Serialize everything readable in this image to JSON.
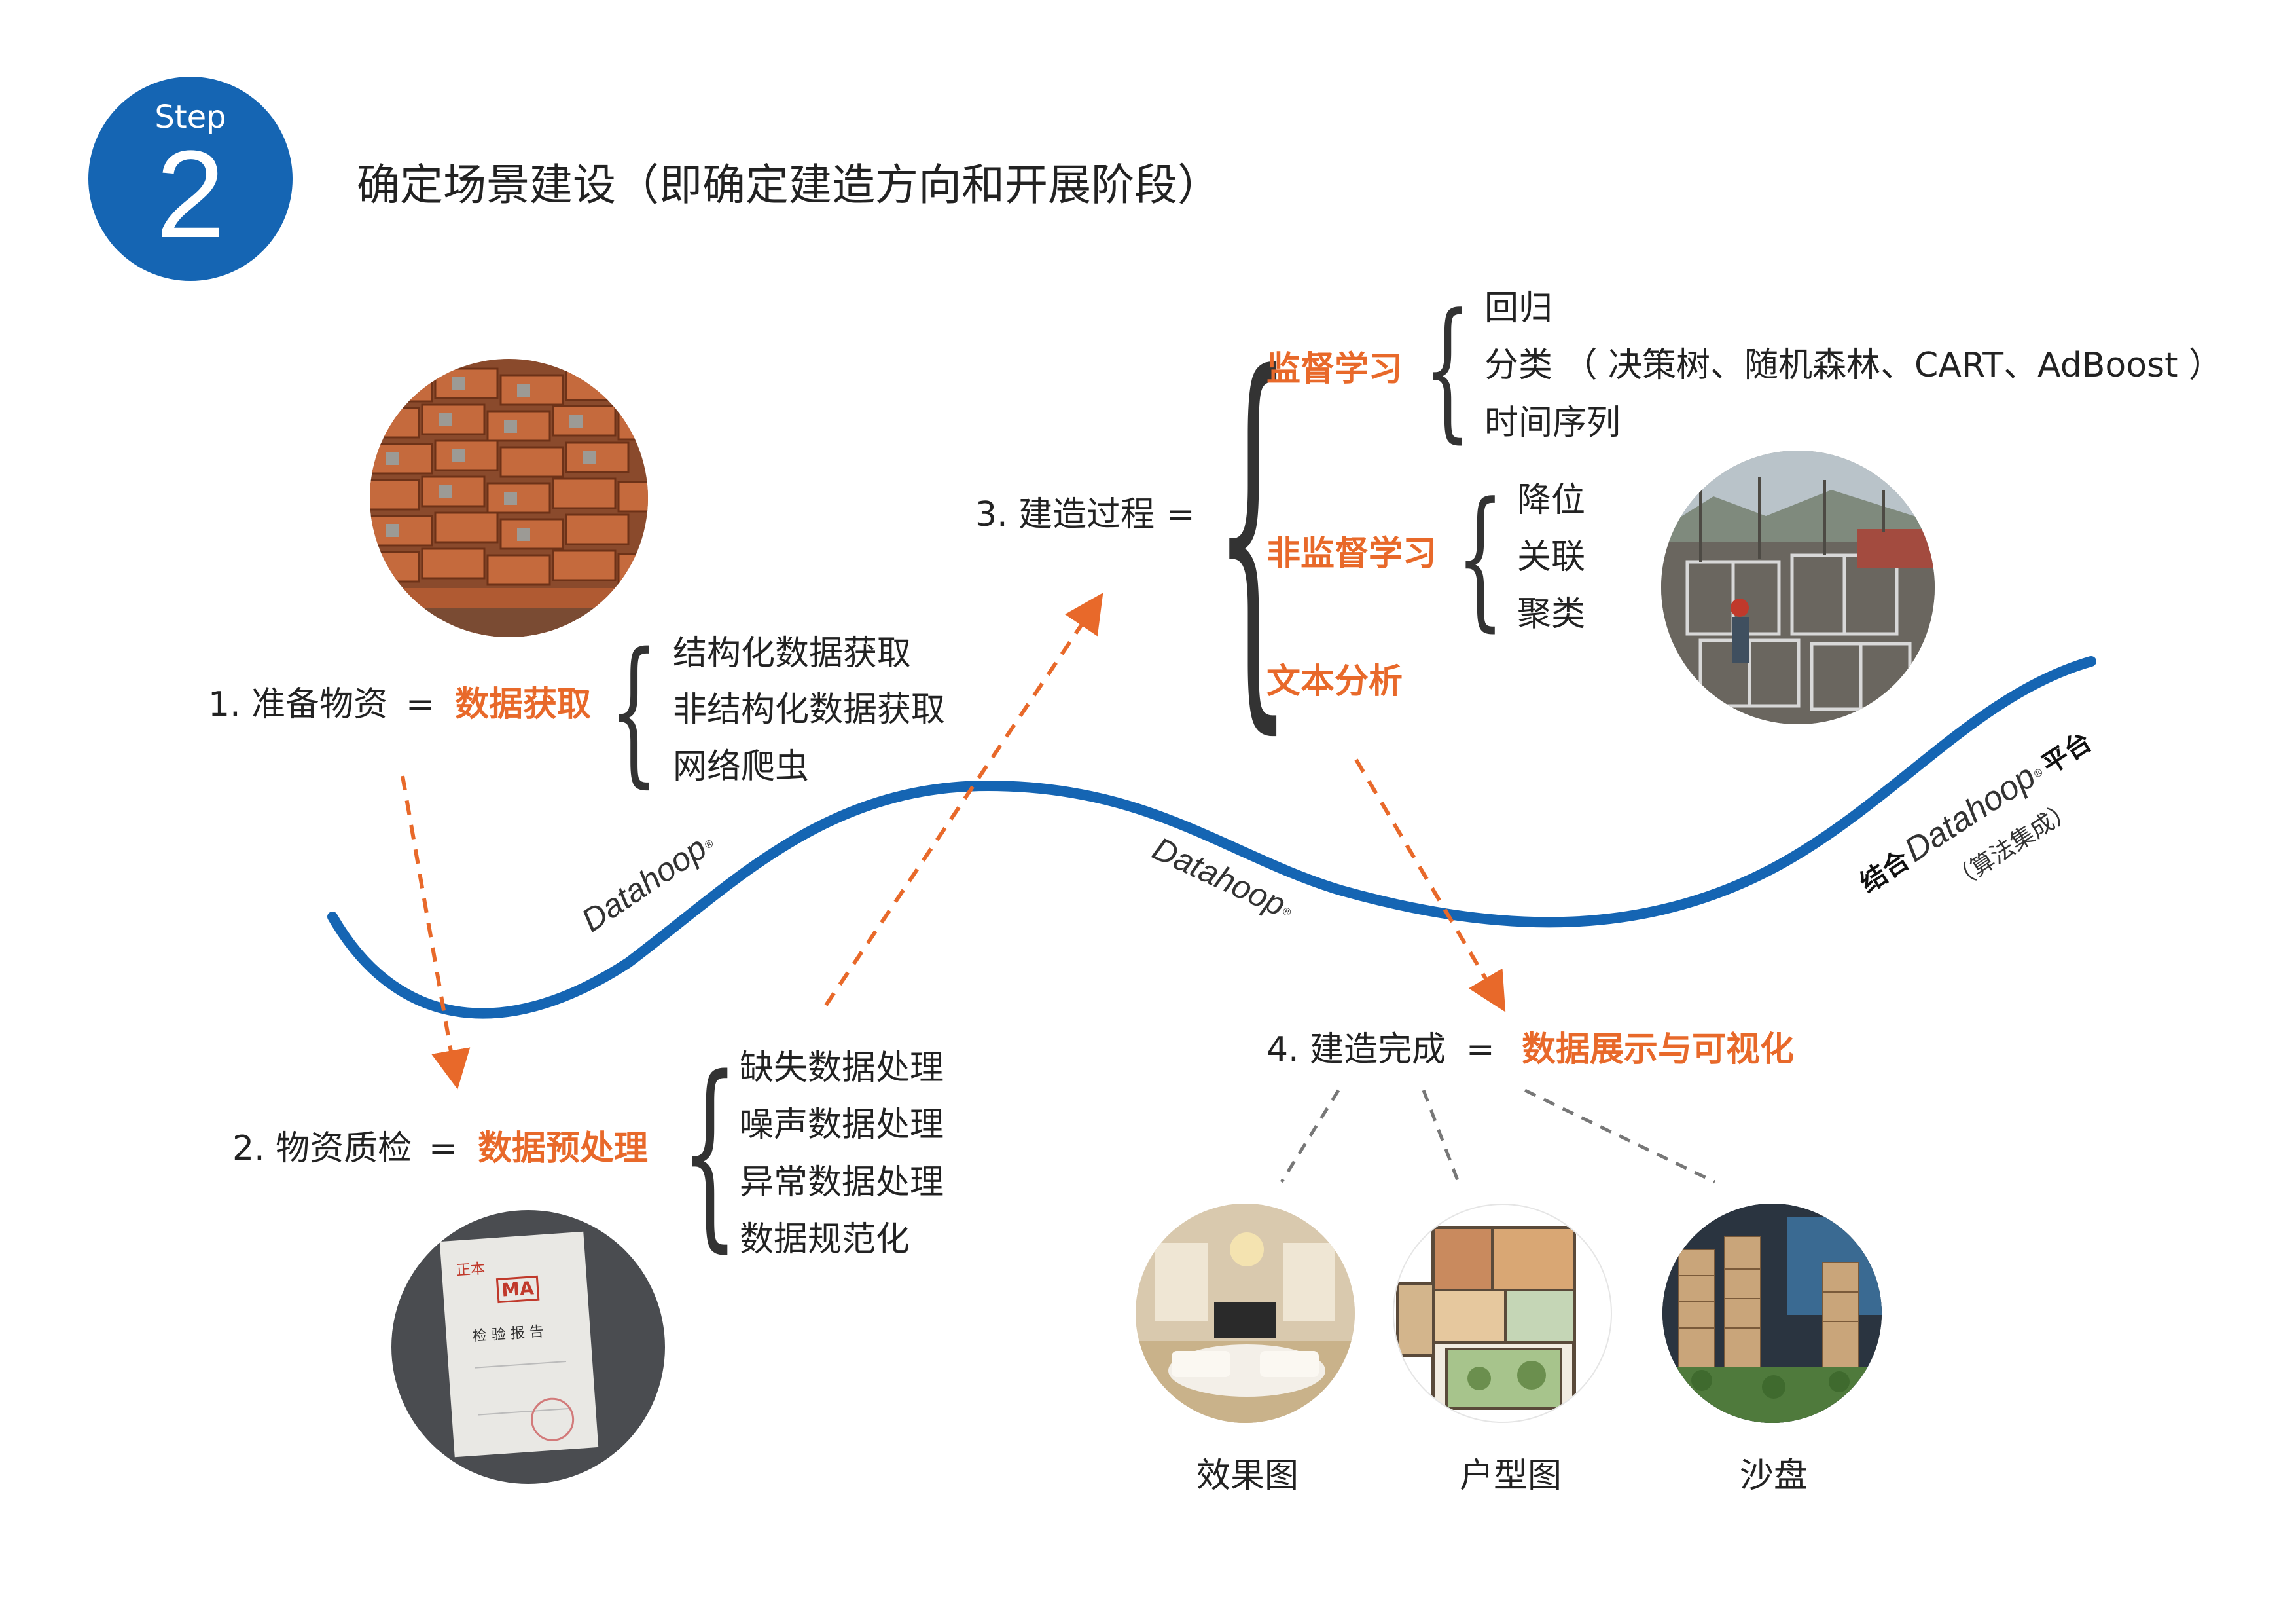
{
  "step": {
    "label": "Step",
    "number": "2"
  },
  "title": "确定场景建设（即确定建造方向和开展阶段）",
  "stage1": {
    "label": "1. 准备物资",
    "eq": "=",
    "highlight": "数据获取",
    "items": [
      "结构化数据获取",
      "非结构化数据获取",
      "网络爬虫"
    ]
  },
  "stage2": {
    "label": "2. 物资质检",
    "eq": "=",
    "highlight": "数据预处理",
    "items": [
      "缺失数据处理",
      "噪声数据处理",
      "异常数据处理",
      "数据规范化"
    ]
  },
  "stage3": {
    "label": "3. 建造过程",
    "eq": "=",
    "groups": [
      {
        "name": "监督学习",
        "items": [
          "回归",
          "分类 （ 决策树、随机森林、CART、AdBoost ）",
          "时间序列"
        ]
      },
      {
        "name": "非监督学习",
        "items": [
          "降位",
          "关联",
          "聚类"
        ]
      },
      {
        "name": "文本分析",
        "items": []
      }
    ]
  },
  "stage4": {
    "label": "4. 建造完成",
    "eq": "=",
    "highlight": "数据展示与可视化",
    "outputs": [
      "效果图",
      "户型图",
      "沙盘"
    ]
  },
  "wave": {
    "brand": "Datahoop",
    "platform_prefix": "结合",
    "platform_suffix": "平台",
    "platform_sub": "（算法集成）"
  },
  "photo_text": {
    "report_corner": "正本",
    "report_title": "检 验 报 告",
    "report_logo": "MA"
  },
  "colors": {
    "accent": "#e8692a",
    "blue": "#1565b3"
  }
}
